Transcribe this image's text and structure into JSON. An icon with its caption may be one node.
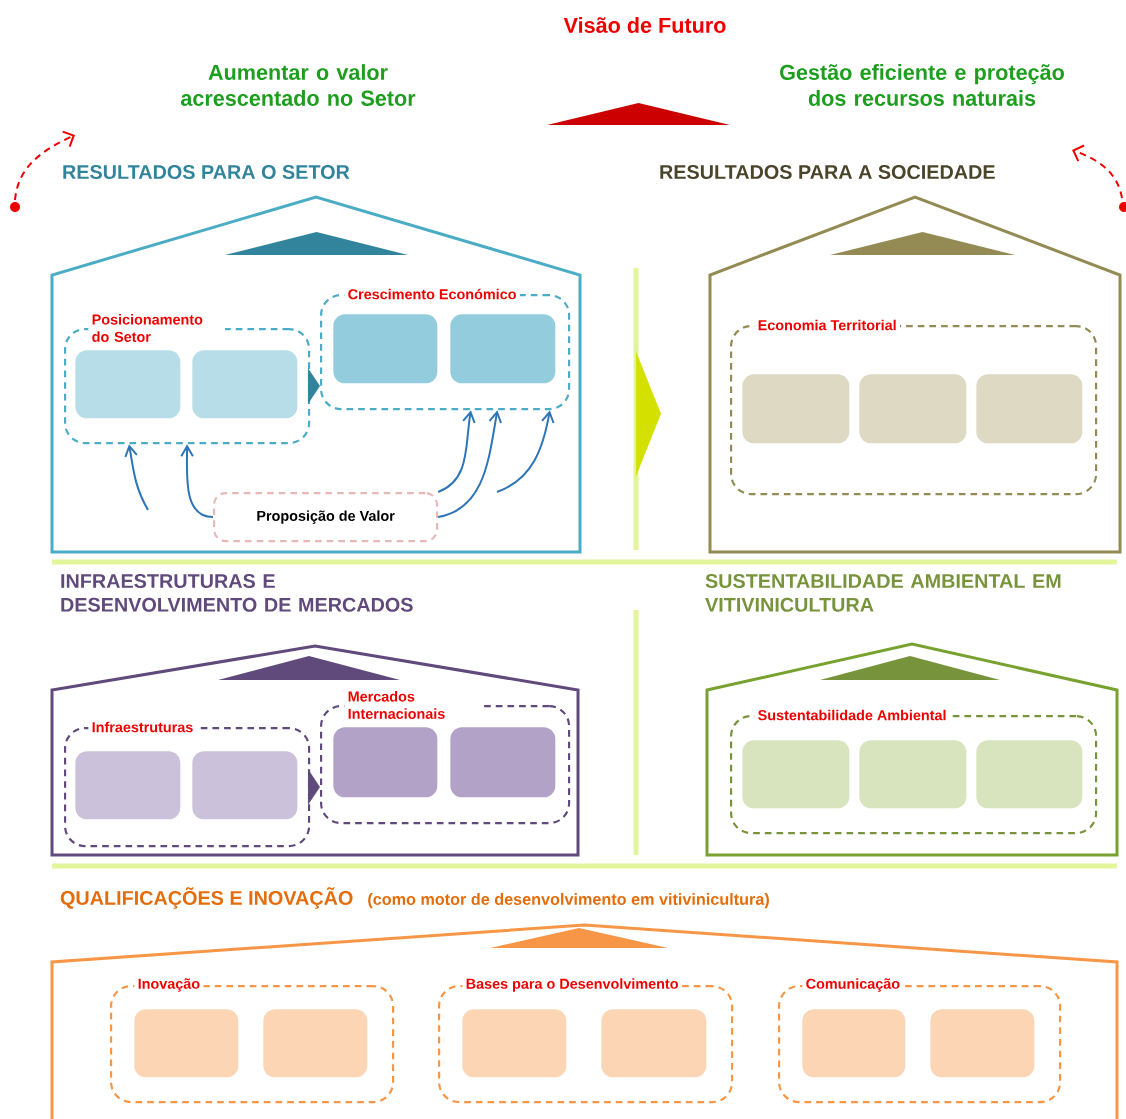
{
  "diagram": {
    "title": "Visão de Futuro",
    "nodes": [
      {
        "text": [
          "RESULTADOS PARA O SETOR"
        ]
      },
      {
        "text": [
          "Posicionamento do Setor"
        ],
        "in": 0
      },
      {
        "text": [],
        "shape": "box",
        "in": 1
      },
      {
        "text": [],
        "shape": "box",
        "in": 1
      },
      {
        "text": [
          "Crescimento Económico"
        ],
        "in": 0
      },
      {
        "text": [],
        "shape": "box",
        "in": 4
      },
      {
        "text": [],
        "shape": "box",
        "in": 4
      },
      {
        "text": [
          "Proposição de Valor"
        ],
        "in": 0
      },
      {
        "text": [
          "RESULTADOS PARA A SOCIEDADE"
        ]
      },
      {
        "text": [
          "Economia Territorial"
        ],
        "in": 8
      },
      {
        "text": [],
        "shape": "box",
        "in": 9
      },
      {
        "text": [],
        "shape": "box",
        "in": 9
      },
      {
        "text": [],
        "shape": "box",
        "in": 9
      },
      {
        "text": [
          "INFRAESTRUTURAS E DESENVOLVIMENTO DE MERCADOS"
        ]
      },
      {
        "text": [
          "Infraestruturas"
        ],
        "in": 13
      },
      {
        "text": [],
        "shape": "box",
        "in": 14
      },
      {
        "text": [],
        "shape": "box",
        "in": 14
      },
      {
        "text": [
          "Mercados Internacionais"
        ],
        "in": 13
      },
      {
        "text": [],
        "shape": "box",
        "in": 17
      },
      {
        "text": [],
        "shape": "box",
        "in": 17
      },
      {
        "text": [
          "SUSTENTABILIDADE AMBIENTAL EM VITIVINICULTURA"
        ]
      },
      {
        "text": [
          "Sustentabilidade Ambiental"
        ],
        "in": 20
      },
      {
        "text": [],
        "shape": "box",
        "in": 21
      },
      {
        "text": [],
        "shape": "box",
        "in": 21
      },
      {
        "text": [],
        "shape": "box",
        "in": 21
      },
      {
        "text": [
          "QUALIFICAÇÕES E INOVAÇÃO",
          "(como motor de desenvolvimento em vitivinicultura)"
        ]
      },
      {
        "text": [
          "Inovação"
        ],
        "in": 25
      },
      {
        "text": [],
        "shape": "box",
        "in": 26
      },
      {
        "text": [],
        "shape": "box",
        "in": 26
      },
      {
        "text": [
          "Bases para o Desenvolvimento"
        ],
        "in": 25
      },
      {
        "text": [],
        "shape": "box",
        "in": 29
      },
      {
        "text": [],
        "shape": "box",
        "in": 29
      },
      {
        "text": [
          "Comunicação"
        ],
        "in": 25
      },
      {
        "text": [],
        "shape": "box",
        "in": 32
      },
      {
        "text": [],
        "shape": "box",
        "in": 32
      },
      {
        "text": [],
        "shape": "triangle"
      },
      {
        "text": [],
        "shape": "triangle",
        "in": 0
      },
      {
        "text": [],
        "shape": "triangle",
        "in": 8
      },
      {
        "text": [],
        "shape": "triangle",
        "in": 13
      },
      {
        "text": [],
        "shape": "triangle",
        "in": 20
      },
      {
        "text": [],
        "shape": "triangle",
        "in": 25
      }
    ],
    "edges": [
      {
        "from": null,
        "to": 1,
        "arrow": "to"
      },
      {
        "from": 7,
        "to": 1,
        "arrow": "to"
      },
      {
        "from": 7,
        "to": 4,
        "arrow": "to"
      },
      {
        "from": 7,
        "to": 4,
        "arrow": "to"
      },
      {
        "from": null,
        "to": 4,
        "arrow": "to"
      },
      {
        "from": 1,
        "to": 4,
        "arrow": "to",
        "color": "#31849b"
      },
      {
        "from": 0,
        "to": 8,
        "arrow": "to",
        "color": "#d4e000"
      },
      {
        "from": 14,
        "to": 17,
        "arrow": "to",
        "color": "#604a7b"
      }
    ],
    "labels": [
      "Aumentar o valor acrescentado no Setor",
      "Gestão eficiente e proteção dos recursos naturais"
    ]
  }
}
